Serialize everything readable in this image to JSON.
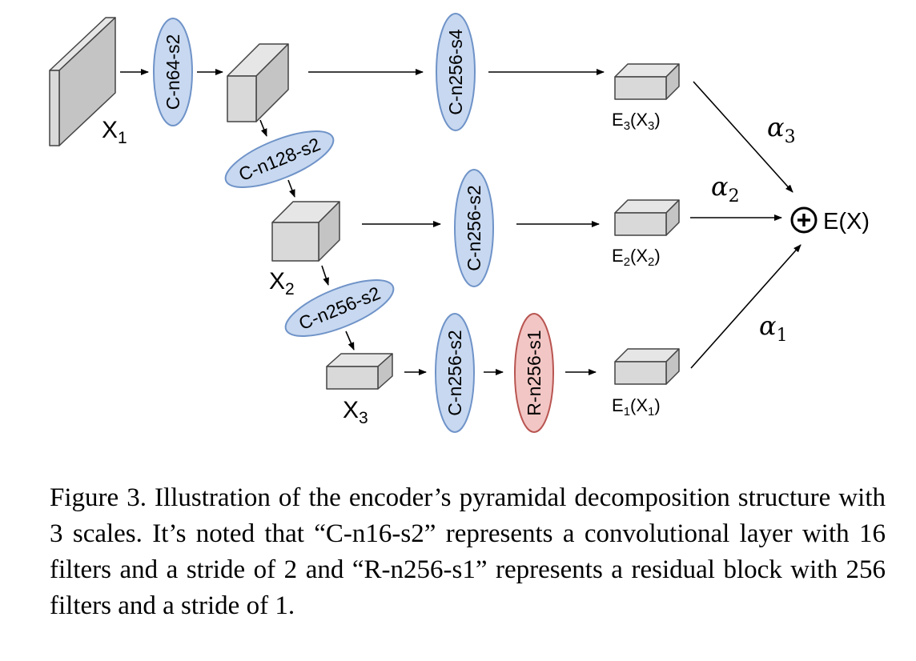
{
  "diagram": {
    "tensors": {
      "x1": {
        "base": "X",
        "sub": "1"
      },
      "x2": {
        "base": "X",
        "sub": "2"
      },
      "x3": {
        "base": "X",
        "sub": "3"
      },
      "e3": {
        "pre": "E",
        "preSub": "3",
        "mid": "(X",
        "midSub": "3",
        "post": ")"
      },
      "e2": {
        "pre": "E",
        "preSub": "2",
        "mid": "(X",
        "midSub": "2",
        "post": ")"
      },
      "e1": {
        "pre": "E",
        "preSub": "1",
        "mid": "(X",
        "midSub": "1",
        "post": ")"
      }
    },
    "ops": {
      "c64": "C-n64-s2",
      "c128": "C-n128-s2",
      "c256a": "C-n256-s2",
      "c256s4": "C-n256-s4",
      "c256s2": "C-n256-s2",
      "c256b": "C-n256-s2",
      "r256": "R-n256-s1"
    },
    "weights": {
      "a3": {
        "base": "α",
        "sub": "3"
      },
      "a2": {
        "base": "α",
        "sub": "2"
      },
      "a1": {
        "base": "α",
        "sub": "1"
      }
    },
    "output": "E(X)",
    "colors": {
      "conv_fill": "#c7d8f0",
      "conv_stroke": "#6f93c8",
      "res_fill": "#f2c6c4",
      "res_stroke": "#b85450",
      "block_fill": "#d9d9d9",
      "block_stroke": "#444444"
    }
  },
  "caption": "Figure 3. Illustration of the encoder’s pyramidal decomposition structure with 3 scales.  It’s noted that “C-n16-s2” represents a convolutional layer with 16 filters and a stride of 2 and “R-n256-s1” represents a residual block with 256 filters and a stride of 1."
}
